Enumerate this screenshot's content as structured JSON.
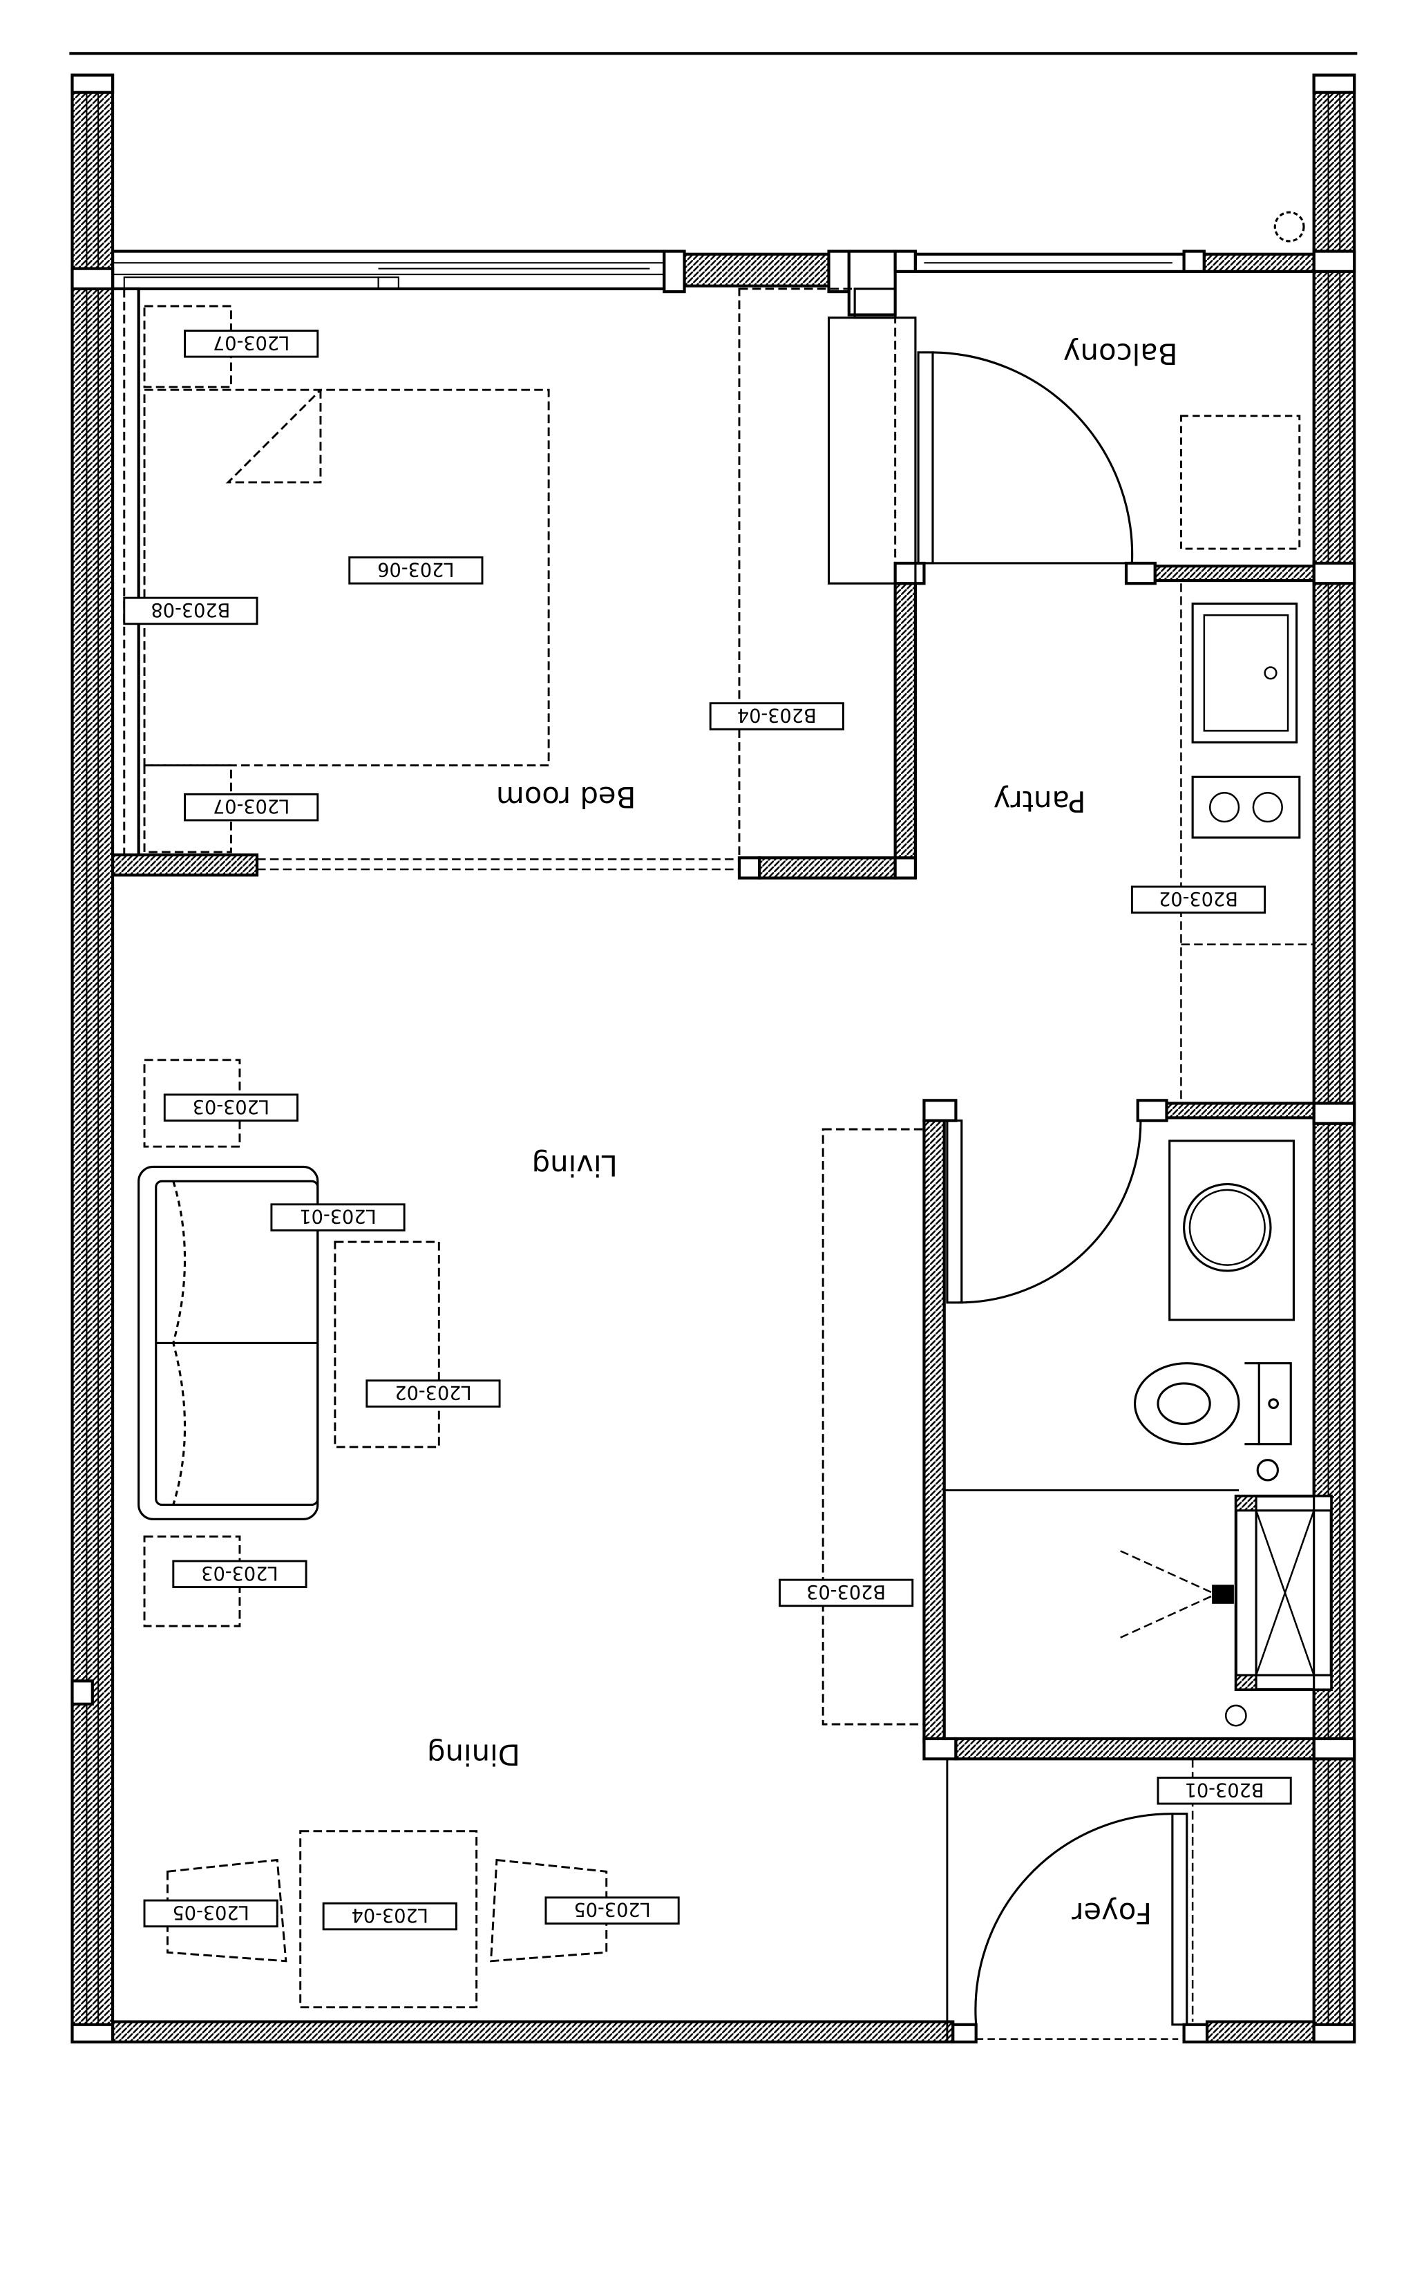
{
  "rooms": {
    "balcony": "Balcony",
    "pantry": "Pantry",
    "bedroom": "Bed room",
    "living": "Living",
    "dining": "Dining",
    "foyer": "Foyer"
  },
  "tags": {
    "bed_l0307_top": "L203-07",
    "bed_l0306": "L203-06",
    "bed_b0308": "B203-08",
    "bed_b0304": "B203-04",
    "bed_l0307_bottom": "L203-07",
    "pantry_b0302": "B203-02",
    "living_l0303_top": "L203-03",
    "living_l0301": "L203-01",
    "living_l0302": "L203-02",
    "living_l0303_bottom": "L203-03",
    "living_b0303": "B203-03",
    "foyer_b0301": "B203-01",
    "dining_l0305_left": "L203-05",
    "dining_l0304": "L203-04",
    "dining_l0305_right": "L203-05"
  },
  "colors": {
    "ink": "#000000",
    "wall_hatch": "#3a3a3a",
    "paper": "#ffffff"
  },
  "orientation": "drawing rendered rotated 180 degrees"
}
